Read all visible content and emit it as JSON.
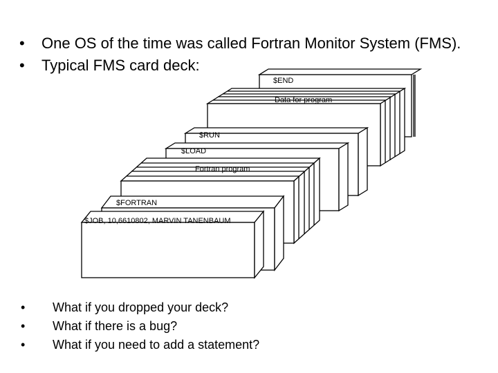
{
  "top_bullets": [
    "One OS of the time was called Fortran Monitor System (FMS).",
    "Typical FMS card deck:"
  ],
  "bottom_bullets": [
    "What if you dropped your deck?",
    "What if there is a bug?",
    "What if you need to add a statement?"
  ],
  "figure": {
    "cards": {
      "end": "$END",
      "data": "Data for program",
      "run": "$RUN",
      "load": "$LOAD",
      "fortran_program": "Fortran program",
      "fortran": "$FORTRAN",
      "job": "$JOB, 10,6610802, MARVIN TANENBAUM"
    }
  }
}
